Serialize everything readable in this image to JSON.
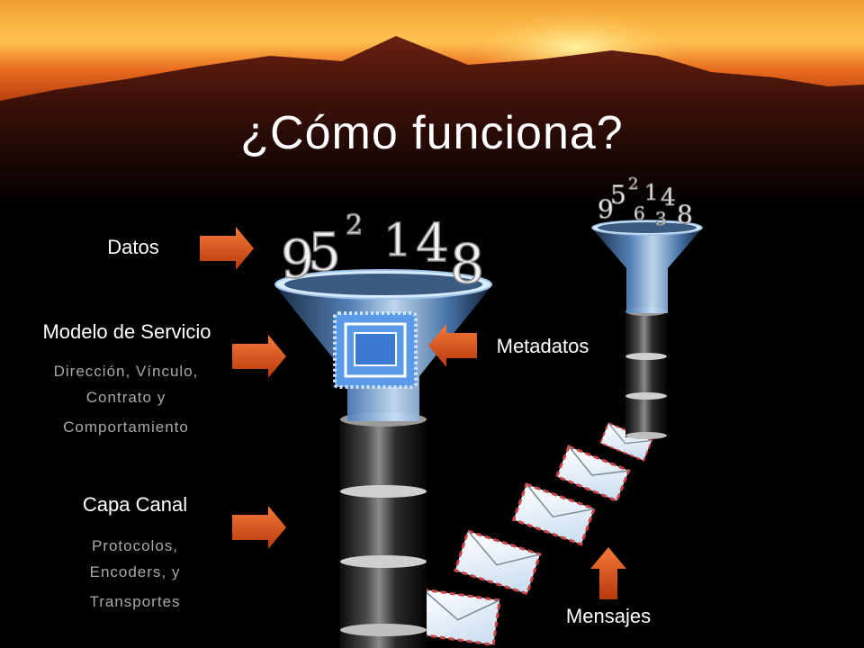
{
  "title": "¿Cómo funciona?",
  "labels": {
    "datos": "Datos",
    "modelo": "Modelo de Servicio",
    "modelo_sub": [
      "Dirección, Vínculo,",
      "Contrato y",
      "Comportamiento"
    ],
    "metadatos": "Metadatos",
    "capa": "Capa Canal",
    "capa_sub": [
      "Protocolos,",
      "Encoders, y",
      "Transportes"
    ],
    "mensajes": "Mensajes"
  },
  "digits_large": [
    "9",
    "5",
    "2",
    "1",
    "4",
    "8"
  ],
  "digits_small": [
    "9",
    "5",
    "2",
    "1",
    "4",
    "8",
    "6",
    "3"
  ],
  "colors": {
    "arrow": "#e8581c",
    "sky_top": "#ff9f2e",
    "text_sub": "#a9a9a9",
    "funnel": "#9fc3e8"
  }
}
